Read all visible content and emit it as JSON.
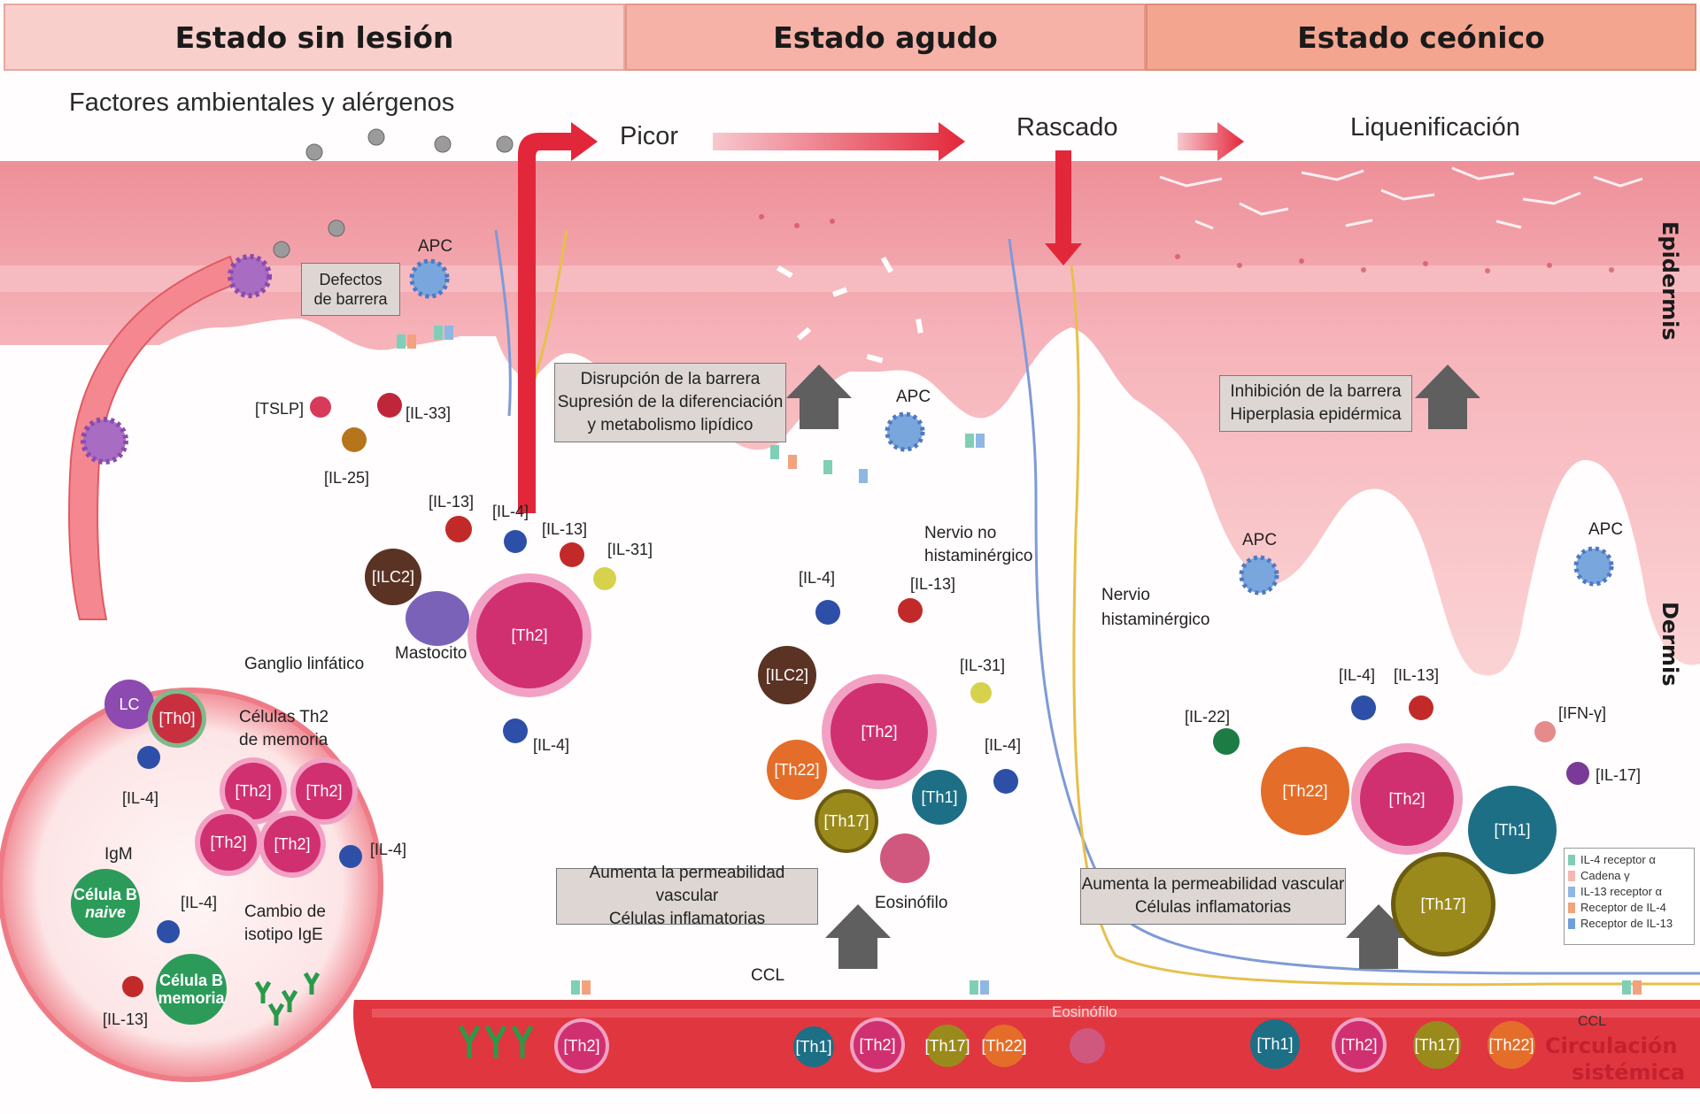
{
  "headers": [
    {
      "id": "no-lesion",
      "label": "Estado sin lesión",
      "color": "#f9cfcb"
    },
    {
      "id": "acute",
      "label": "Estado agudo",
      "color": "#f6b2a7"
    },
    {
      "id": "chronic",
      "label": "Estado ceónico",
      "color": "#f4a58f"
    }
  ],
  "top": {
    "environmental": "Factores ambientales y alérgenos",
    "itch": "Picor",
    "scratch": "Rascado",
    "lichenification": "Liquenificación"
  },
  "side_labels": {
    "epidermis": "Epidermis",
    "dermis": "Dermis"
  },
  "bottom_right": {
    "systemic_1": "Circulación",
    "systemic_2": "sistémica"
  },
  "boxes": {
    "barrier_defects": [
      "Defectos",
      "de barrera"
    ],
    "acute_barrier": [
      "Disrupción de la barrera",
      "Supresión de la diferenciación",
      "y metabolismo lipídico"
    ],
    "chronic_barrier": [
      "Inhibición de la barrera",
      "Hiperplasia epidérmica"
    ],
    "acute_vascular": [
      "Aumenta la permeabilidad vascular",
      "Células inflamatorias"
    ],
    "chronic_vascular": [
      "Aumenta la permeabilidad vascular",
      "Células inflamatorias"
    ]
  },
  "labels": {
    "apc": "APC",
    "tslp": "[TSLP]",
    "il33": "[IL-33]",
    "il25": "[IL-25]",
    "il13": "[IL-13]",
    "il4": "[IL-4]",
    "il31": "[IL-31]",
    "il22": "[IL-22]",
    "il17": "[IL-17]",
    "ifng": "[IFN-γ]",
    "ilc2": "[ILC2]",
    "mastocito": "Mastocito",
    "ganglio": "Ganglio linfático",
    "th2_memoria": [
      "Células Th2",
      "de memoria"
    ],
    "lc": "LC",
    "th0": "[Th0]",
    "th2": "[Th2]",
    "th22": "[Th22]",
    "th17": "[Th17]",
    "th1": "[Th1]",
    "igm": "IgM",
    "celula_b_naive": [
      "Célula B",
      "naive"
    ],
    "celula_b_memoria": [
      "Célula B",
      "memoria"
    ],
    "cambio_isotipo": [
      "Cambio de",
      "isotipo IgE"
    ],
    "nervio_no_hist": [
      "Nervio no",
      "histaminérgico"
    ],
    "nervio_hist": [
      "Nervio",
      "histaminérgico"
    ],
    "eosinofilo": "Eosinófilo",
    "ccl": "CCL"
  },
  "blood_cells": [
    "[Th2]",
    "[Th1]",
    "[Th2]",
    "[Th17]",
    "[Th22]",
    "[Th1]",
    "[Th2]",
    "[Th17]",
    "[Th22]"
  ],
  "legend": [
    {
      "label": "IL-4 receptor α",
      "color": "#7fcfb7"
    },
    {
      "label": "Cadena γ",
      "color": "#f5b7b2"
    },
    {
      "label": "IL-13 receptor α",
      "color": "#8fb7e4"
    },
    {
      "label": "Receptor de IL-4",
      "color": "#f3a27e"
    },
    {
      "label": "Receptor de IL-13",
      "color": "#6f9fd8"
    }
  ],
  "colors": {
    "epidermis": "#f6b3b8",
    "vessel": "#e0363f",
    "th2": "#d03070",
    "th1": "#1d6f86",
    "th17": "#9a8a1c",
    "th22": "#e46d2a",
    "ilc2": "#5a3324",
    "b_cell": "#2c9b5a"
  }
}
